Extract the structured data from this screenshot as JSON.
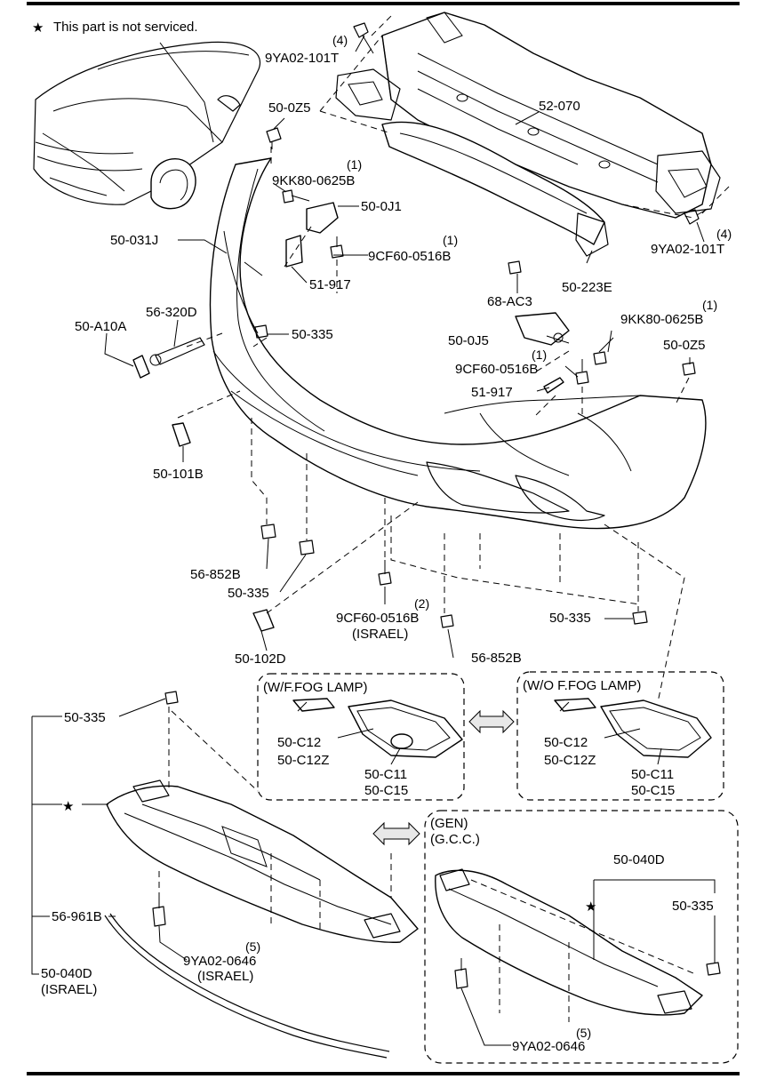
{
  "note": {
    "star": "★",
    "text": "This part is not serviced."
  },
  "labels": {
    "b_9ya02_101t_top": "9YA02-101T",
    "q_4_top": "(4)",
    "p_52_070": "52-070",
    "p_50_0z5_left": "50-0Z5",
    "q_1_9kk_left": "(1)",
    "b_9kk80_0625b_left": "9KK80-0625B",
    "p_50_0j1": "50-0J1",
    "q_1_9cf_left": "(1)",
    "b_9cf60_0516b_left": "9CF60-0516B",
    "p_50_031j": "50-031J",
    "p_51_917_left": "51-917",
    "q_4_right": "(4)",
    "b_9ya02_101t_right": "9YA02-101T",
    "p_50_223e": "50-223E",
    "p_68_ac3": "68-AC3",
    "p_56_320d": "56-320D",
    "p_50_a10a": "50-A10A",
    "p_50_335_a": "50-335",
    "q_1_9kk_right": "(1)",
    "b_9kk80_0625b_right": "9KK80-0625B",
    "p_50_0j5": "50-0J5",
    "q_1_9cf_right": "(1)",
    "b_9cf60_0516b_right": "9CF60-0516B",
    "p_50_0z5_right": "50-0Z5",
    "p_51_917_right": "51-917",
    "p_50_101b": "50-101B",
    "p_56_852b_left": "56-852B",
    "p_50_335_b": "50-335",
    "q_2": "(2)",
    "b_9cf60_0516b_israel": "9CF60-0516B",
    "israel_1": "(ISRAEL)",
    "p_50_335_c": "50-335",
    "p_50_102d": "50-102D",
    "p_56_852b_right": "56-852B",
    "wf_title": "(W/F.FOG LAMP)",
    "wf_c12": "50-C12",
    "wf_c12z": "50-C12Z",
    "wf_c11": "50-C11",
    "wf_c15": "50-C15",
    "wo_title": "(W/O F.FOG LAMP)",
    "wo_c12": "50-C12",
    "wo_c12z": "50-C12Z",
    "wo_c11": "50-C11",
    "wo_c15": "50-C15",
    "p_50_335_d": "50-335",
    "p_56_961b": "56-961B",
    "q_5_israel": "(5)",
    "b_9ya02_0646_israel": "9YA02-0646",
    "israel_2": "(ISRAEL)",
    "p_50_040d_israel": "50-040D",
    "israel_3": "(ISRAEL)",
    "gen_1": "(GEN)",
    "gen_2": "(G.C.C.)",
    "p_50_040d_gen": "50-040D",
    "p_50_335_e": "50-335",
    "q_5_gen": "(5)",
    "b_9ya02_0646_gen": "9YA02-0646"
  },
  "stars": {
    "star_left": "★",
    "star_gen": "★"
  }
}
